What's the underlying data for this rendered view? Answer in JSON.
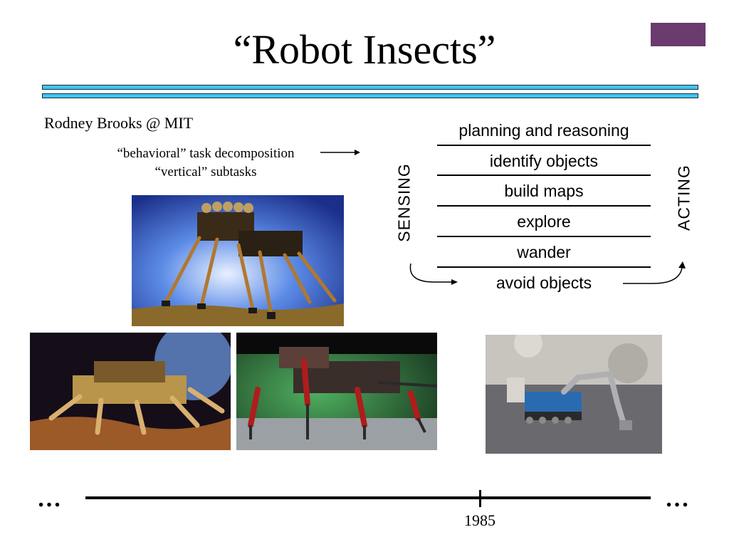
{
  "slide": {
    "title": "“Robot Insects”",
    "author": "Rodney Brooks @ MIT",
    "note_line1": "“behavioral” task decomposition",
    "note_line2": "“vertical” subtasks"
  },
  "diagram": {
    "layers": [
      "planning and reasoning",
      "identify objects",
      "build maps",
      "explore",
      "wander",
      "avoid objects"
    ],
    "left_label": "SENSING",
    "right_label": "ACTING"
  },
  "timeline": {
    "left_marker": "…",
    "right_marker": "…",
    "year": "1985"
  },
  "colors": {
    "rule": "#3ec6f0",
    "accent_box": "#6b3a6e"
  }
}
